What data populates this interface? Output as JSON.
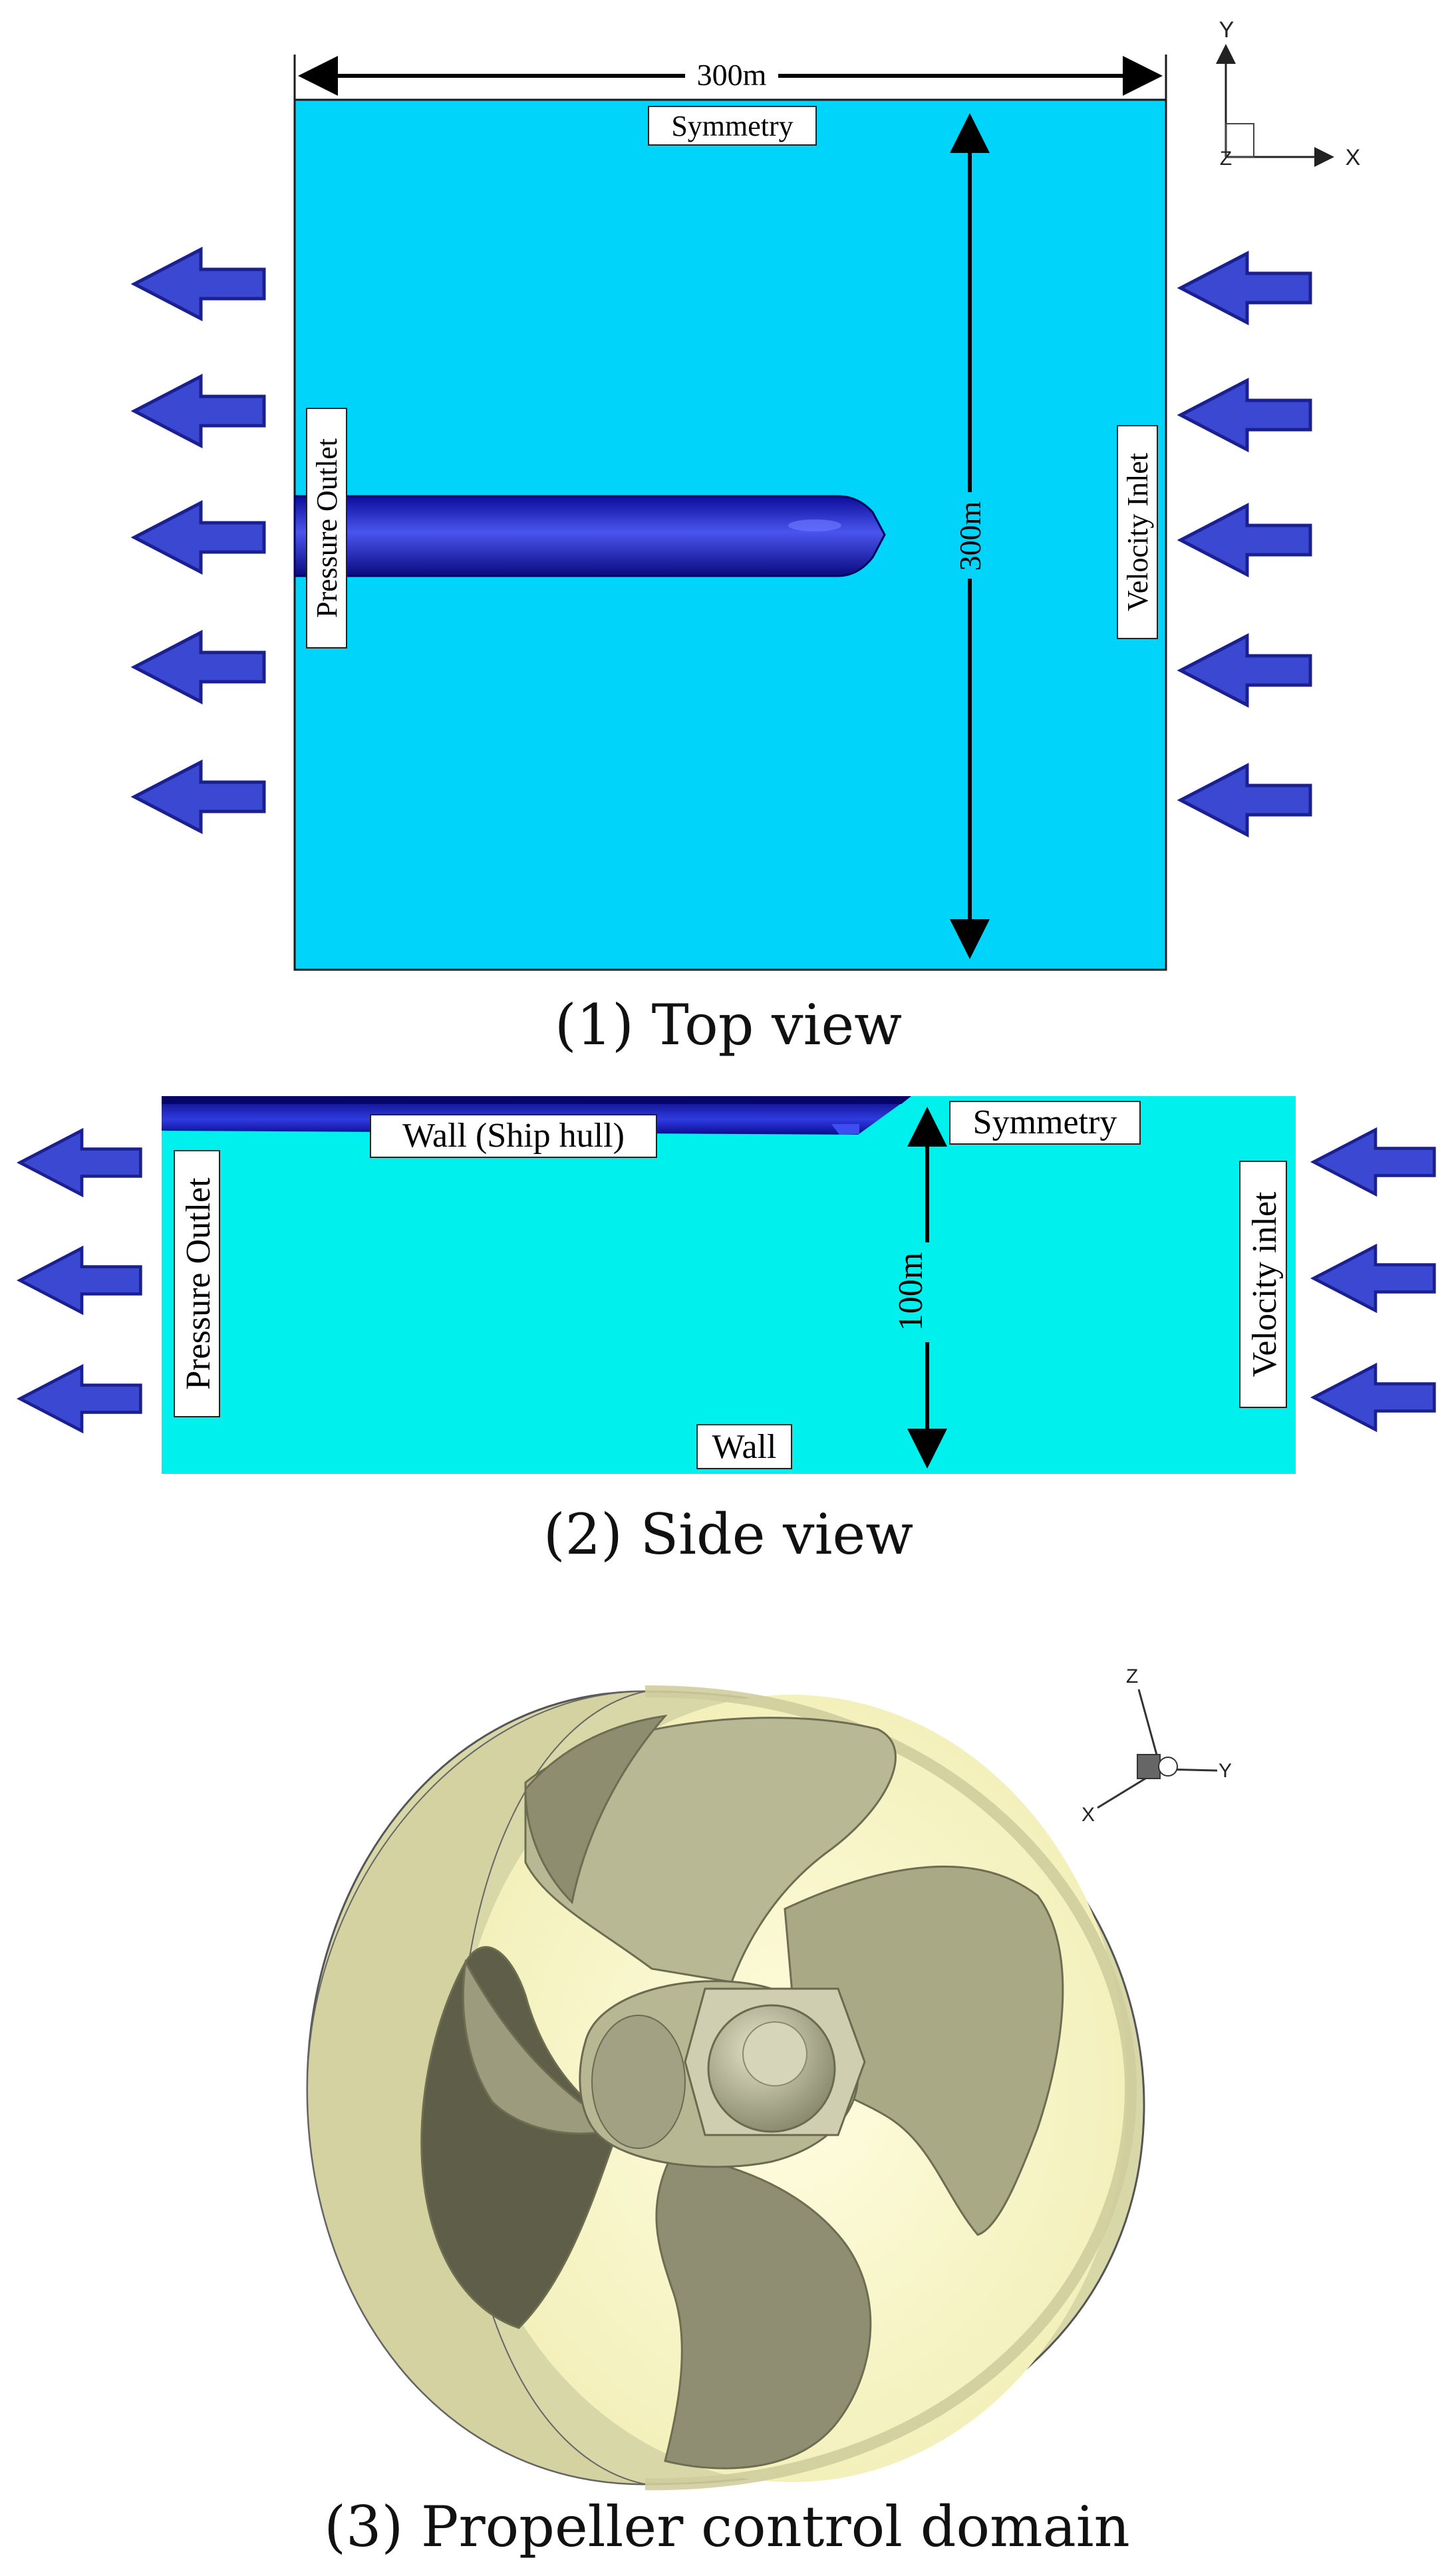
{
  "colors": {
    "domain_fill": "#00d4fb",
    "arrow_fill": "#3a48d2",
    "arrow_stroke": "#1a2090",
    "hull_dark": "#0c0c9a",
    "hull_light": "#3a46e6",
    "propeller_domain": "#d8d7a8",
    "propeller_blade": "#a3a380",
    "propeller_back": "#f7f5c4"
  },
  "top_view": {
    "width_dimension": "300m",
    "height_dimension": "300m",
    "boundaries": {
      "top": "Symmetry",
      "left": "Pressure Outlet",
      "right": "Velocity Inlet"
    },
    "axes": {
      "vertical": "Y",
      "horizontal": "X",
      "normal": "Z"
    },
    "caption": "(1) Top view"
  },
  "side_view": {
    "depth_dimension": "100m",
    "boundaries": {
      "hull": "Wall (Ship hull)",
      "top": "Symmetry",
      "left": "Pressure Outlet",
      "right": "Velocity inlet",
      "bottom": "Wall"
    },
    "caption": "(2) Side view"
  },
  "propeller_view": {
    "axes": {
      "z": "Z",
      "y": "Y",
      "x": "X"
    },
    "caption": "(3) Propeller control domain"
  }
}
